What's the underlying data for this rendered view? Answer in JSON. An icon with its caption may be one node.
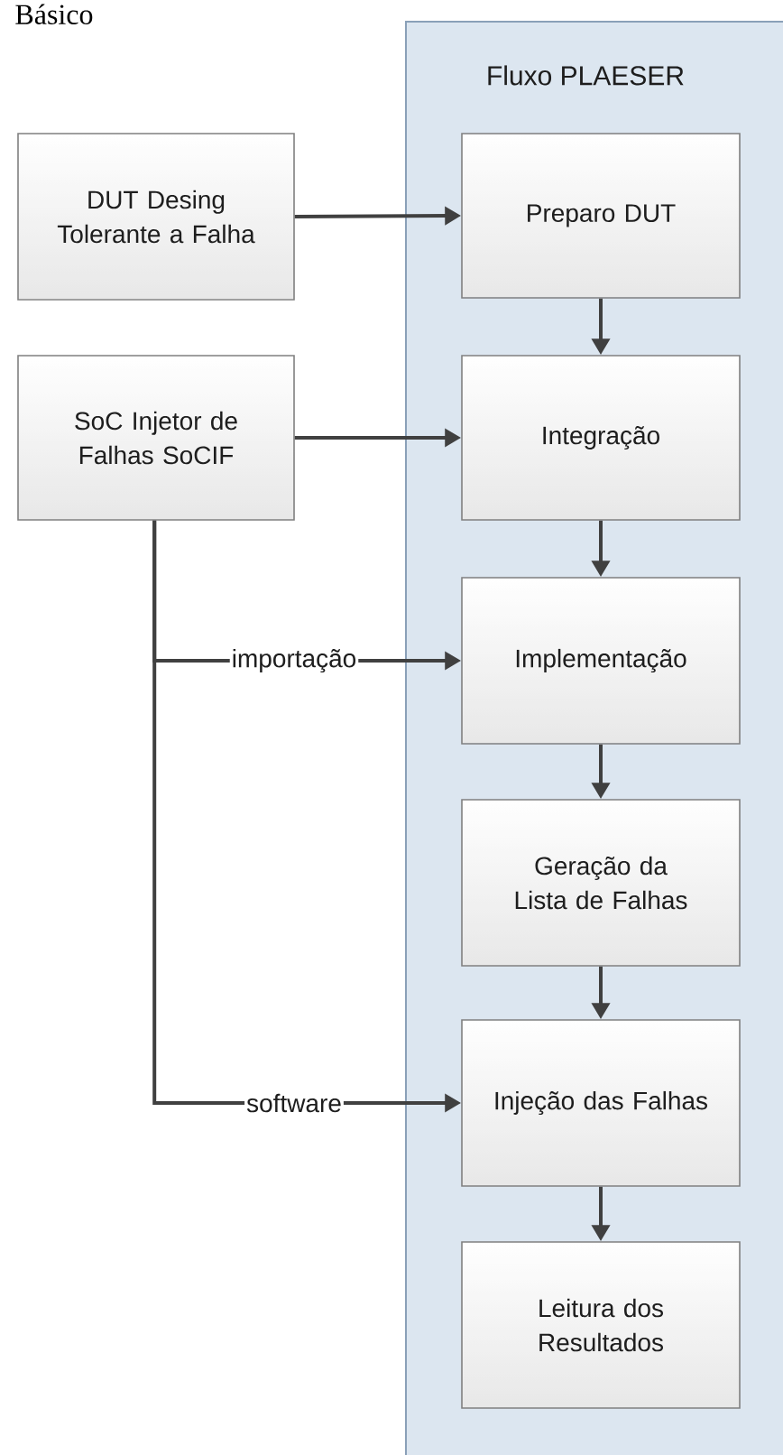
{
  "diagram": {
    "nodes": [
      {
        "text": [
          "Fluxo PLAESER"
        ]
      },
      {
        "text": [
          "Preparo DUT"
        ],
        "in": 0
      },
      {
        "text": [
          "Integração"
        ],
        "in": 0
      },
      {
        "text": [
          "Implementação"
        ],
        "in": 0
      },
      {
        "text": [
          "Geração da Lista de Falhas"
        ],
        "in": 0
      },
      {
        "text": [
          "Injeção das Falhas"
        ],
        "in": 0
      },
      {
        "text": [
          "Leitura dos Resultados"
        ],
        "in": 0
      },
      {
        "text": [
          "DUT Desing Tolerante a Falha"
        ]
      },
      {
        "text": [
          "SoC Injetor de Falhas SoCIF"
        ]
      }
    ],
    "edges": [
      {
        "from": 7,
        "to": 1,
        "arrow": "to"
      },
      {
        "from": 8,
        "to": 2,
        "arrow": "to"
      },
      {
        "from": 8,
        "to": 3,
        "arrow": "to",
        "label": "importação"
      },
      {
        "from": 8,
        "to": 5,
        "arrow": "to",
        "label": "software"
      },
      {
        "from": 1,
        "to": 2,
        "arrow": "to"
      },
      {
        "from": 2,
        "to": 3,
        "arrow": "to"
      },
      {
        "from": 3,
        "to": 4,
        "arrow": "to"
      },
      {
        "from": 4,
        "to": 5,
        "arrow": "to"
      },
      {
        "from": 5,
        "to": 6,
        "arrow": "to"
      }
    ],
    "labels": [
      "Básico"
    ]
  }
}
